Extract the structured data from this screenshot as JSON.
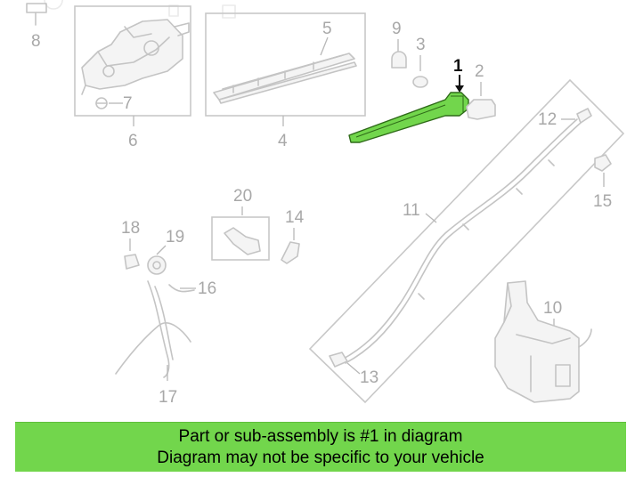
{
  "banner": {
    "line1": "Part or sub-assembly is #1 in diagram",
    "line2": "Diagram may not be specific to your vehicle"
  },
  "highlight_color": "#72d64c",
  "callouts": {
    "c1": "1",
    "c2": "2",
    "c3": "3",
    "c4": "4",
    "c5": "5",
    "c6": "6",
    "c7": "7",
    "c8": "8",
    "c9": "9",
    "c10": "10",
    "c11": "11",
    "c12": "12",
    "c13": "13",
    "c14": "14",
    "c15": "15",
    "c16": "16",
    "c17": "17",
    "c18": "18",
    "c19": "19",
    "c20": "20"
  }
}
